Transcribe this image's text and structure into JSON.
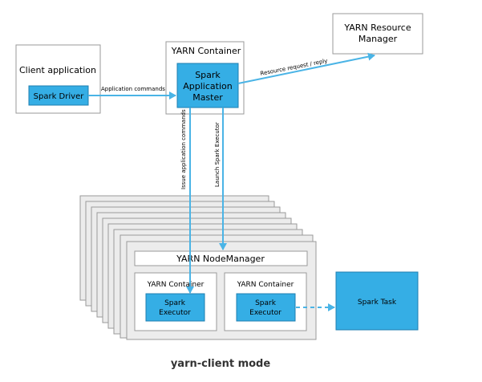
{
  "client": {
    "title": "Client application",
    "driver": "Spark Driver"
  },
  "yarn_container_top": {
    "title": "YARN Container",
    "am_line1": "Spark",
    "am_line2": "Application",
    "am_line3": "Master"
  },
  "resource_manager": {
    "line1": "YARN Resource",
    "line2": "Manager"
  },
  "edges": {
    "app_commands": "Application commands",
    "resource_request": "Resource request / reply",
    "issue_commands": "Issue application commands",
    "launch_executor": "Launch Spark Executor"
  },
  "node_manager": {
    "title": "YARN NodeManager",
    "container_left_title": "YARN Container",
    "container_right_title": "YARN Container",
    "executor_left_line1": "Spark",
    "executor_left_line2": "Executor",
    "executor_right_line1": "Spark",
    "executor_right_line2": "Executor"
  },
  "spark_task": "Spark Task",
  "caption": "yarn-client mode",
  "colors": {
    "accent_fill": "#35aee5",
    "accent_stroke": "#1f7fb0",
    "arrow": "#4ab4e6",
    "box_border": "#9a9a9a",
    "stack_fill": "#ececec"
  }
}
